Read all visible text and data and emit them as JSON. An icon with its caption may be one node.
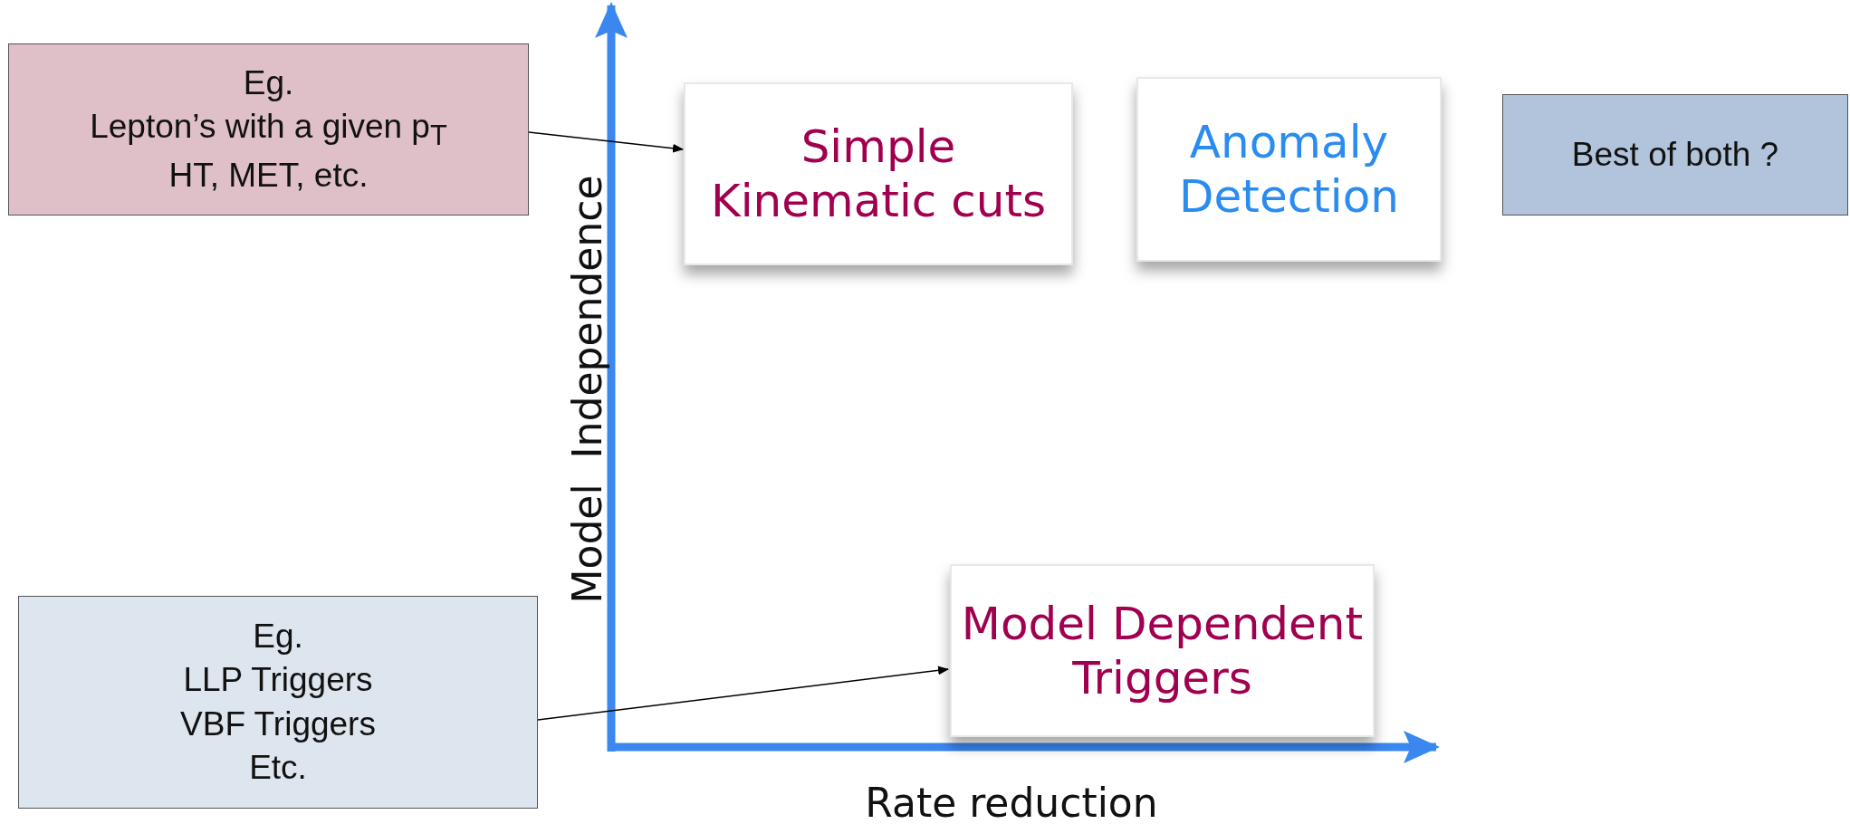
{
  "diagram": {
    "nodes": [
      {
        "text": [
          "Eg.",
          "Lepton’s with a given p$_{T}$",
          "HT, MET, etc."
        ]
      },
      {
        "text": [
          "Simple Kinematic cuts"
        ]
      },
      {
        "text": [
          "Anomaly Detection"
        ]
      },
      {
        "text": [
          "Best of both ?"
        ]
      },
      {
        "text": [
          "Eg.",
          "LLP Triggers",
          "VBF Triggers",
          "Etc."
        ]
      },
      {
        "text": [
          "Model Dependent Triggers"
        ]
      }
    ],
    "edges": [
      {
        "from": 0,
        "to": 1,
        "arrow": "to"
      },
      {
        "from": 4,
        "to": 5,
        "arrow": "to"
      }
    ],
    "labels": [
      "Model  Independence",
      "Rate reduction"
    ]
  }
}
